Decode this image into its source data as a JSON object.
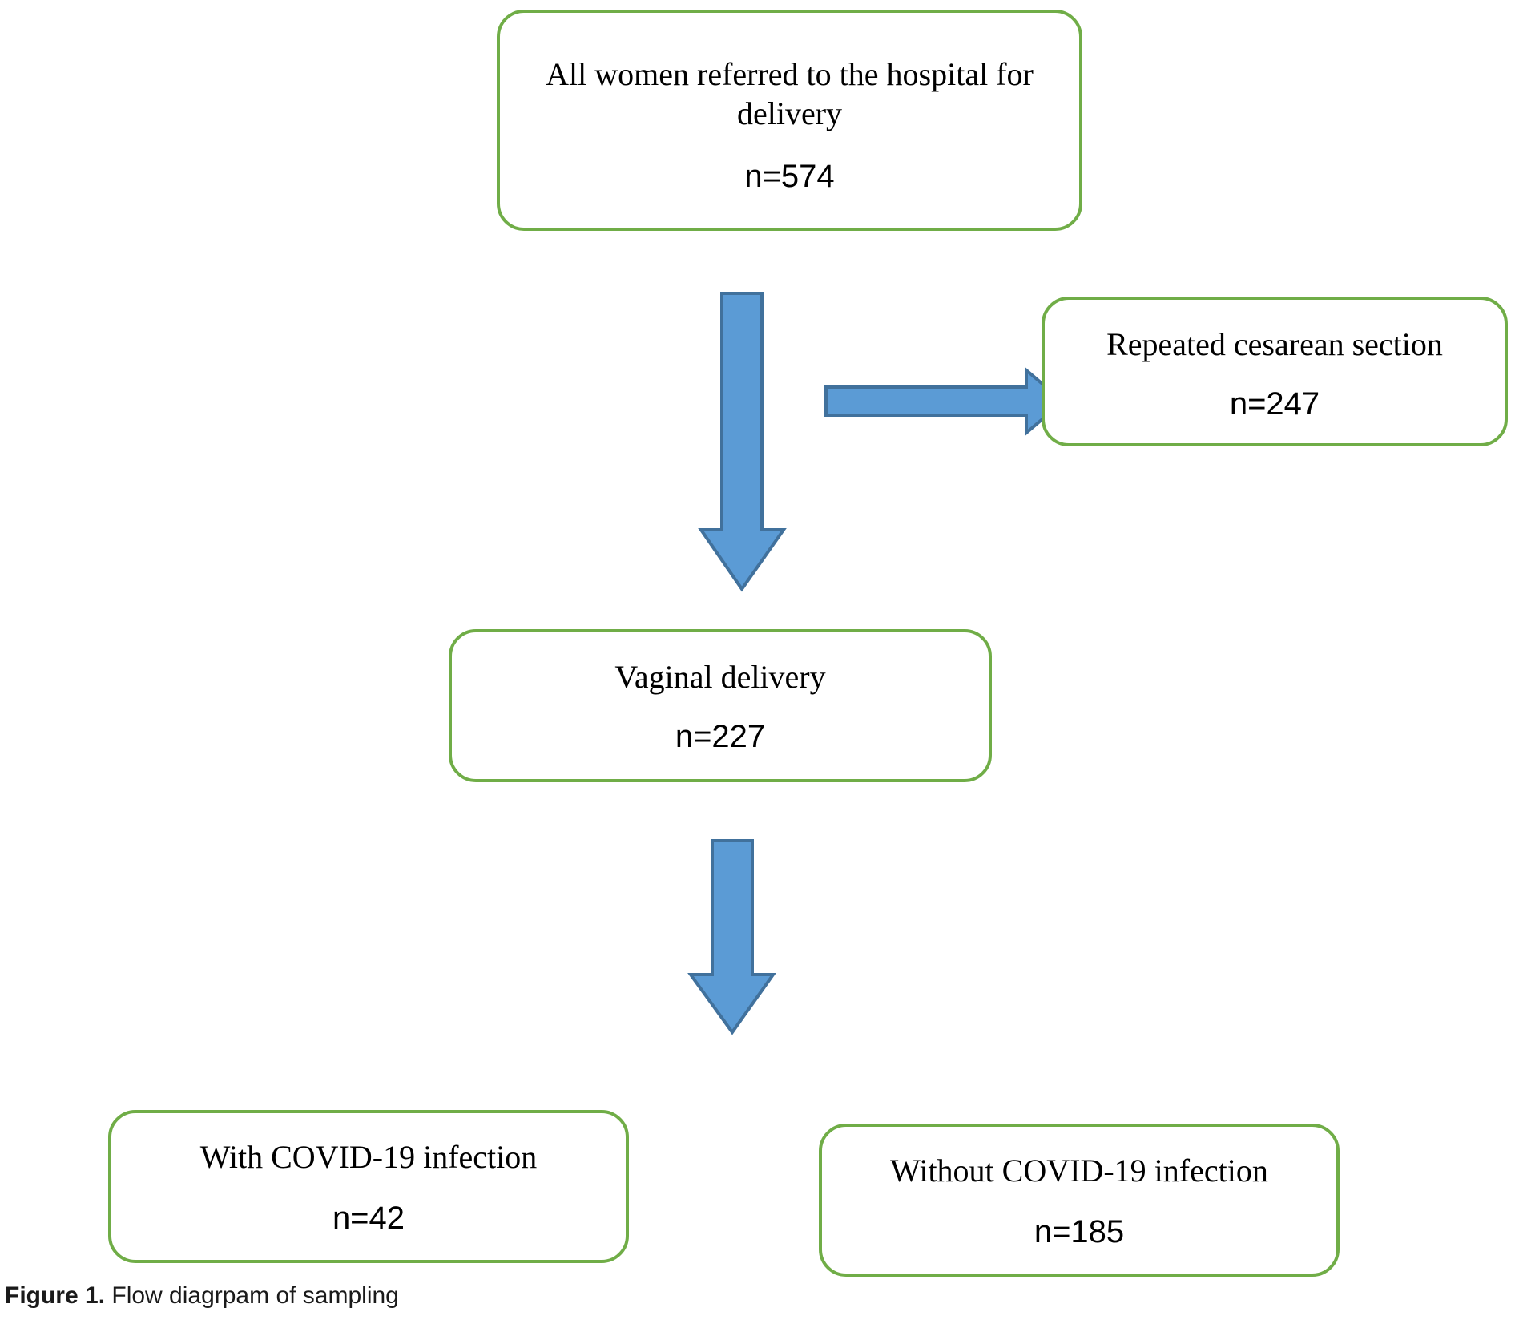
{
  "figure": {
    "caption_label": "Figure 1.",
    "caption_text": " Flow diagrpam of sampling"
  },
  "colors": {
    "box_border": "#70AD47",
    "box_fill": "#FFFFFF",
    "arrow_fill": "#5B9BD5",
    "arrow_stroke": "#41719C",
    "text": "#000000"
  },
  "chart_data": {
    "type": "diagram",
    "title": "Flow diagrpam of sampling",
    "nodes": [
      {
        "id": "all-women",
        "label": "All women referred to the hospital for delivery",
        "count_text": "n=574",
        "value": 574
      },
      {
        "id": "repeated-cesarean",
        "label": "Repeated cesarean section",
        "count_text": "n=247",
        "value": 247
      },
      {
        "id": "vaginal-delivery",
        "label": "Vaginal delivery",
        "count_text": "n=227",
        "value": 227
      },
      {
        "id": "with-covid",
        "label": "With COVID-19 infection",
        "count_text": "n=42",
        "value": 42
      },
      {
        "id": "without-covid",
        "label": "Without COVID-19 infection",
        "count_text": "n=185",
        "value": 185
      }
    ],
    "edges": [
      {
        "from": "all-women",
        "to": "repeated-cesarean",
        "direction": "right"
      },
      {
        "from": "all-women",
        "to": "vaginal-delivery",
        "direction": "down"
      },
      {
        "from": "vaginal-delivery",
        "to": "with-covid",
        "direction": "down"
      },
      {
        "from": "vaginal-delivery",
        "to": "without-covid",
        "direction": "down"
      }
    ]
  },
  "nodes": {
    "all_women": {
      "label": "All women referred to the hospital for delivery",
      "count": "n=574"
    },
    "repeated_cesarean": {
      "label": "Repeated cesarean section",
      "count": "n=247"
    },
    "vaginal_delivery": {
      "label": "Vaginal delivery",
      "count": "n=227"
    },
    "with_covid": {
      "label": "With COVID-19 infection",
      "count": "n=42"
    },
    "without_covid": {
      "label": "Without COVID-19 infection",
      "count": "n=185"
    }
  },
  "arrows": {
    "down_to_vaginal": "arrow-down-icon",
    "right_to_cesarean": "arrow-right-icon",
    "down_to_covid_split": "arrow-down-icon"
  }
}
